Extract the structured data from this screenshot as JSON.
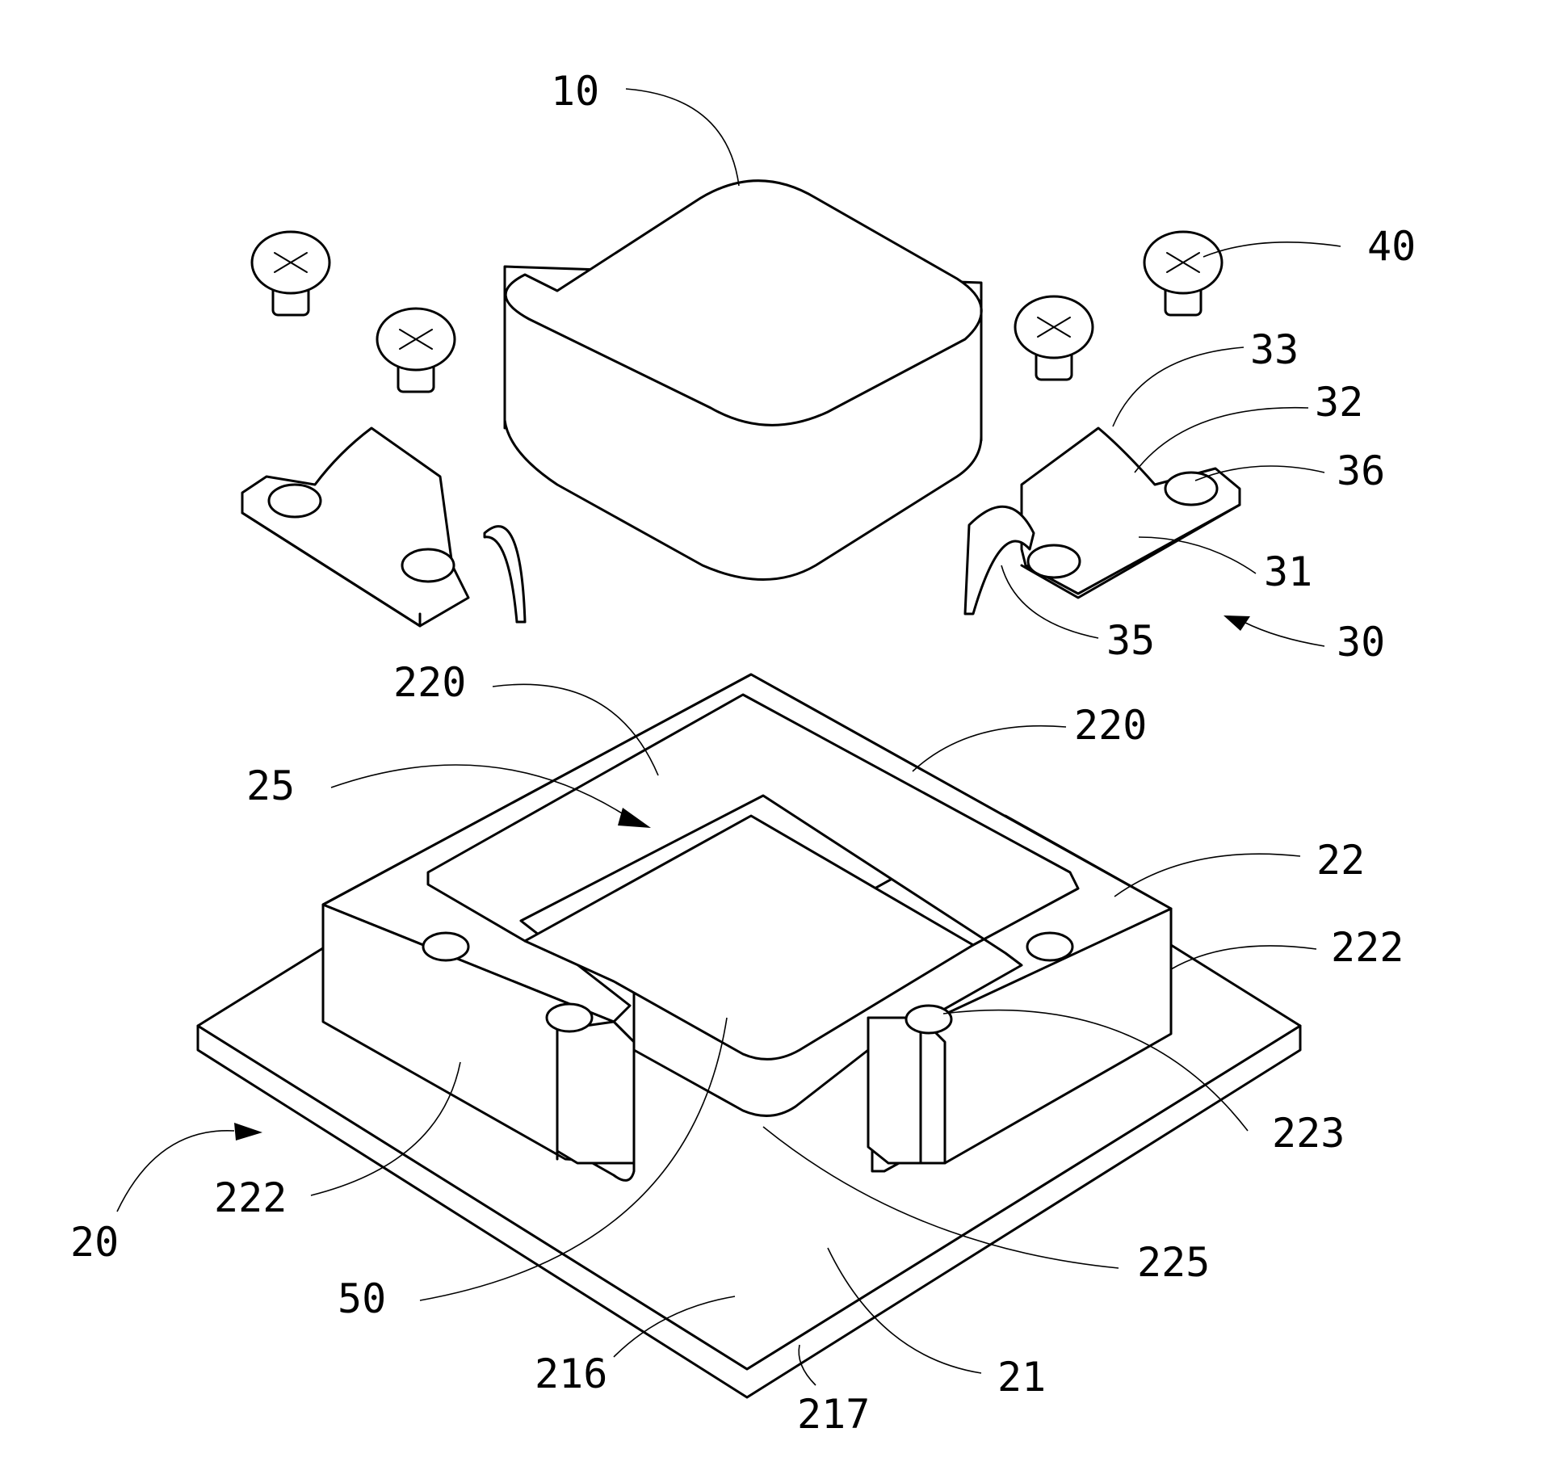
{
  "labels": {
    "l10": "10",
    "l40": "40",
    "l33": "33",
    "l32": "32",
    "l36": "36",
    "l31": "31",
    "l35": "35",
    "l30": "30",
    "l220a": "220",
    "l220b": "220",
    "l25": "25",
    "l22": "22",
    "l222r": "222",
    "l223": "223",
    "l222l": "222",
    "l20": "20",
    "l225": "225",
    "l50": "50",
    "l216": "216",
    "l21": "21",
    "l217": "217"
  }
}
